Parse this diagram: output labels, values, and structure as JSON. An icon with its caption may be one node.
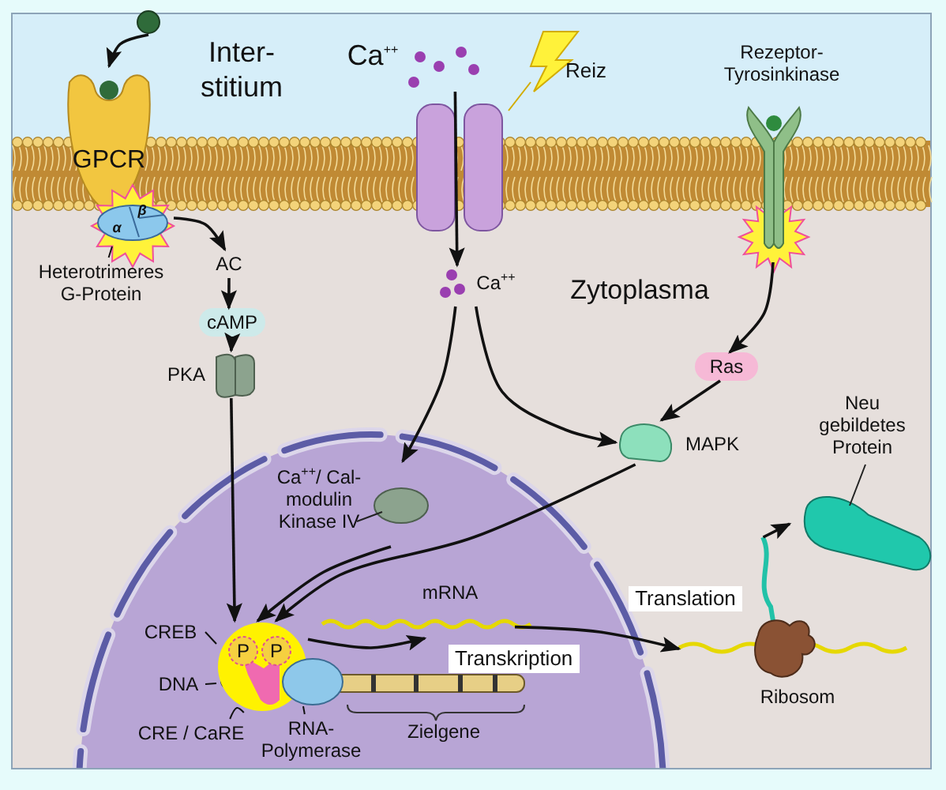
{
  "diagram": {
    "nodes": [
      {
        "text": [],
        "shape": "circle"
      },
      {
        "text": [
          "GPCR"
        ]
      },
      {
        "text": [
          "β",
          "α"
        ]
      },
      {
        "text": [
          "Heterotrimeres G-Protein"
        ]
      },
      {
        "text": [
          "AC"
        ]
      },
      {
        "text": [
          "cAMP"
        ]
      },
      {
        "text": [
          "PKA"
        ]
      },
      {
        "text": [
          "Ca$^{++}$"
        ]
      },
      {
        "text": [
          "Ca$^{++}$"
        ]
      },
      {
        "text": [
          "Rezeptor- Tyrosinkinase"
        ]
      },
      {
        "text": [
          "Ras"
        ]
      },
      {
        "text": [
          "MAPK"
        ]
      },
      {
        "text": [
          "Ca$^{++}$/ Cal- modulin Kinase IV"
        ]
      },
      {
        "text": [
          "P",
          "P"
        ]
      },
      {
        "text": [
          "CREB"
        ]
      },
      {
        "text": [
          "DNA"
        ]
      },
      {
        "text": [
          "CRE / CaRE"
        ]
      },
      {
        "text": [
          "RNA- Polymerase"
        ]
      },
      {
        "text": [
          "mRNA"
        ]
      },
      {
        "text": [
          "Ribosom"
        ]
      },
      {
        "text": [
          "Neu gebildetes Protein"
        ]
      },
      {
        "text": [],
        "shape": "circle"
      }
    ],
    "edges": [
      {
        "from": 0,
        "to": 1,
        "arrow": "to"
      },
      {
        "from": 3,
        "to": 2,
        "arrow": "none"
      },
      {
        "from": 2,
        "to": 4,
        "arrow": "to"
      },
      {
        "from": 4,
        "to": 5,
        "arrow": "to"
      },
      {
        "from": 5,
        "to": 6,
        "arrow": "to"
      },
      {
        "from": 7,
        "to": 8,
        "arrow": "to"
      },
      {
        "from": 8,
        "to": 12,
        "arrow": "to"
      },
      {
        "from": 8,
        "to": 11,
        "arrow": "to"
      },
      {
        "from": 9,
        "to": 10,
        "arrow": "to"
      },
      {
        "from": 10,
        "to": 11,
        "arrow": "to"
      },
      {
        "from": 6,
        "to": 13,
        "arrow": "to"
      },
      {
        "from": 12,
        "to": 13,
        "arrow": "to"
      },
      {
        "from": 11,
        "to": 13,
        "arrow": "to"
      },
      {
        "from": 14,
        "to": 13,
        "arrow": "none"
      },
      {
        "from": 15,
        "to": 13,
        "arrow": "none"
      },
      {
        "from": 16,
        "to": 13,
        "arrow": "none"
      },
      {
        "from": 17,
        "to": 21,
        "arrow": "none"
      },
      {
        "from": 13,
        "to": 18,
        "arrow": "to",
        "label": "Transkription"
      },
      {
        "from": 18,
        "to": 19,
        "arrow": "to"
      },
      {
        "from": 19,
        "to": 20,
        "arrow": "to"
      }
    ],
    "labels": [
      "Inter- stitium",
      "Reiz",
      "Zytoplasma",
      "Translation",
      "Zielgene"
    ]
  }
}
